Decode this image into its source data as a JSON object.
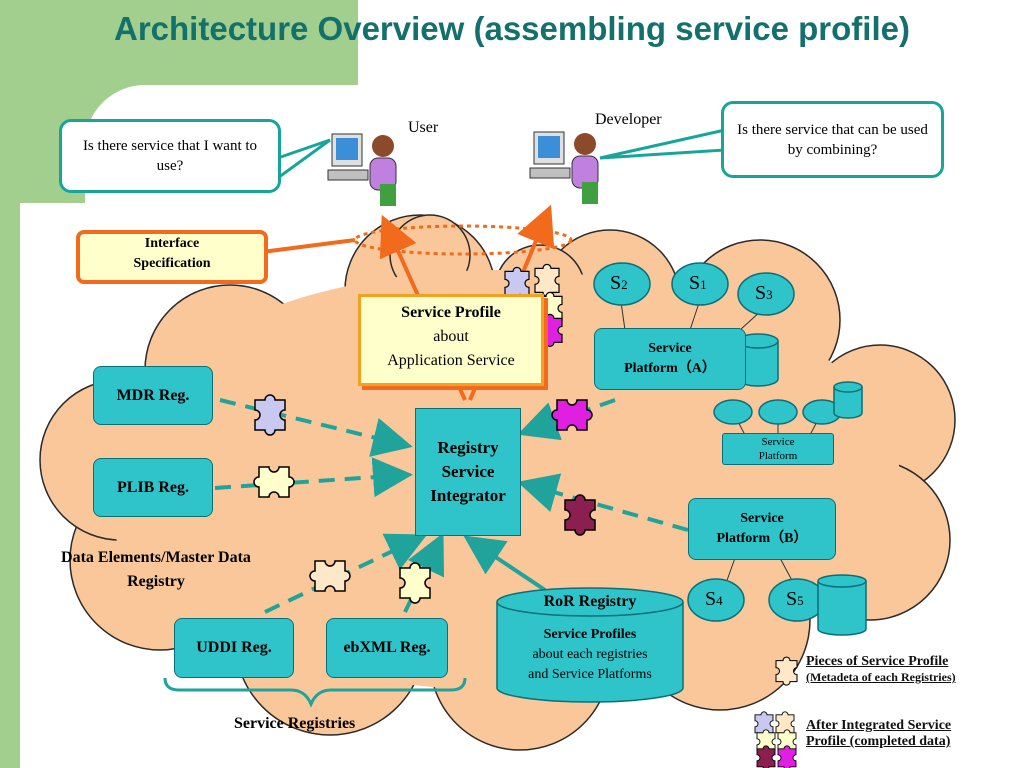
{
  "title": "Architecture Overview (assembling service profile)",
  "actors": {
    "user_label": "User",
    "developer_label": "Developer"
  },
  "callouts": {
    "user_question": "Is there service that I want to use?",
    "developer_question": "Is there service that can be used by combining?",
    "interface_spec_line1": "Interface",
    "interface_spec_line2": "Specification"
  },
  "service_profile": {
    "title": "Service Profile",
    "line2": "about",
    "line3": "Application Service"
  },
  "registries": {
    "mdr": "MDR Reg.",
    "plib": "PLIB Reg.",
    "uddi": "UDDI Reg.",
    "ebxml": "ebXML Reg.",
    "data_elements_line1": "Data Elements/Master Data",
    "data_elements_line2": "Registry",
    "service_registries": "Service Registries"
  },
  "integrator": {
    "line1": "Registry",
    "line2": "Service",
    "line3": "Integrator"
  },
  "ror": {
    "title": "RoR Registry",
    "line1": "Service Profiles",
    "line2": "about each registries",
    "line3": "and Service Platforms"
  },
  "platforms": {
    "a_line1": "Service",
    "a_line2": "Platform（A）",
    "small_line1": "Service",
    "small_line2": "Platform",
    "b_line1": "Service",
    "b_line2": "Platform（B）"
  },
  "services": {
    "s1": "S",
    "s1_sub": "1",
    "s2": "S",
    "s2_sub": "2",
    "s3": "S",
    "s3_sub": "3",
    "s4": "S",
    "s4_sub": "4",
    "s5": "S",
    "s5_sub": "5"
  },
  "legend": {
    "pieces_line1": "Pieces of Service Profile",
    "pieces_line2": "(Metadeta of each Registries)",
    "after_line1": "After Integrated Service",
    "after_line2": "Profile (completed data)"
  },
  "colors": {
    "cloud": "#f9c79a",
    "cloud_border": "#2a2a2a",
    "teal_box": "#2fc4c9",
    "dashed_arrow": "#1fa39b",
    "orange_arrow": "#f26a1b",
    "title": "#13706b",
    "slide_green": "#a3cf8e"
  },
  "icons": [
    "user-computer-icon",
    "developer-computer-icon",
    "puzzle-piece-icon",
    "database-cylinder-icon"
  ]
}
